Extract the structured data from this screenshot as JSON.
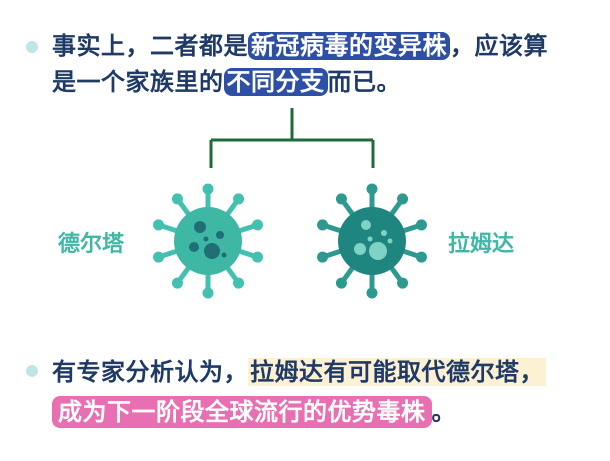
{
  "para1": {
    "line1_before": "事实上，二者都是",
    "line1_highlight": "新冠病毒的变异株",
    "line1_after": "，应该算",
    "line2_before": "是一个家族里的",
    "line2_highlight": "不同分支",
    "line2_after": "而已。"
  },
  "viruses": {
    "left_label": "德尔塔",
    "right_label": "拉姆达"
  },
  "para2": {
    "line1_before": "有专家分析认为，",
    "line1_highlight": "拉姆达有可能取代德尔塔，",
    "line2_highlight": "成为下一阶段全球流行的优势毒株",
    "line2_after": "。"
  },
  "colors": {
    "text": "#1f3a66",
    "blue_highlight": "#2e4fa6",
    "pink_highlight": "#e86fb1",
    "virus_teal": "#3fb7a5",
    "tree_line": "#1e6b3a"
  }
}
